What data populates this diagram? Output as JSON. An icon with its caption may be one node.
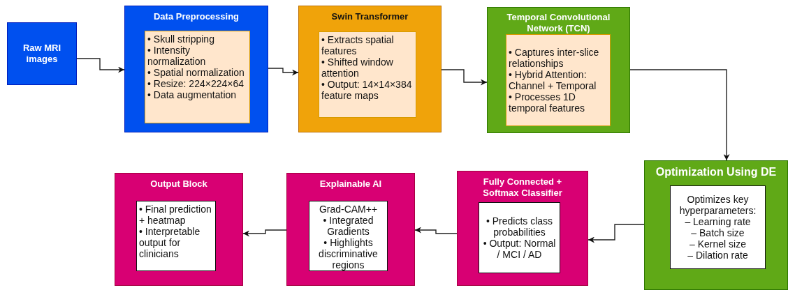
{
  "diagram": {
    "nodes": [
      {
        "text": [
          "Raw MRI images"
        ]
      },
      {
        "text": [
          "Data Preprocessing"
        ]
      },
      {
        "text": [
          "• Skull stripping",
          "• Intensity normalization",
          "• Spatial normalization",
          "• Resize: 224×224×64",
          "• Data augmentation"
        ],
        "in": 1
      },
      {
        "text": [
          "Swin Transformer"
        ]
      },
      {
        "text": [
          "• Extracts spatial features",
          "• Shifted window attention",
          "• Output: 14×14×384 feature maps"
        ],
        "in": 3
      },
      {
        "text": [
          "Temporal Convolutional Network (TCN)"
        ]
      },
      {
        "text": [
          "• Captures inter-slice relationships",
          "• Hybrid Attention: Channel + Temporal",
          "• Processes 1D temporal features"
        ],
        "in": 5
      },
      {
        "text": [
          "Optimization Using DE"
        ]
      },
      {
        "text": [
          "Optimizes key hyperparameters:",
          "– Learning rate",
          "– Batch size",
          "– Kernel size",
          "– Dilation rate"
        ],
        "in": 7
      },
      {
        "text": [
          "Fully Connected + Softmax Classifier"
        ]
      },
      {
        "text": [
          "• Predicts class probabilities",
          "• Output: Normal / MCI / AD"
        ],
        "in": 9
      },
      {
        "text": [
          "Explainable AI"
        ]
      },
      {
        "text": [
          "Grad-CAM++",
          "• Integrated Gradients",
          "• Highlights discriminative regions"
        ],
        "in": 11
      },
      {
        "text": [
          "Output Block"
        ]
      },
      {
        "text": [
          "• Final prediction + heatmap",
          "• Interpretable output for clinicians"
        ],
        "in": 13
      }
    ],
    "edges": [
      {
        "from": 0,
        "to": 1,
        "arrow": "to"
      },
      {
        "from": 1,
        "to": 3,
        "arrow": "to"
      },
      {
        "from": 3,
        "to": 5,
        "arrow": "to"
      },
      {
        "from": 5,
        "to": 7,
        "arrow": "to"
      },
      {
        "from": 7,
        "to": 9,
        "arrow": "to"
      },
      {
        "from": 9,
        "to": 11,
        "arrow": "to"
      },
      {
        "from": 11,
        "to": 13,
        "arrow": "to"
      }
    ]
  }
}
